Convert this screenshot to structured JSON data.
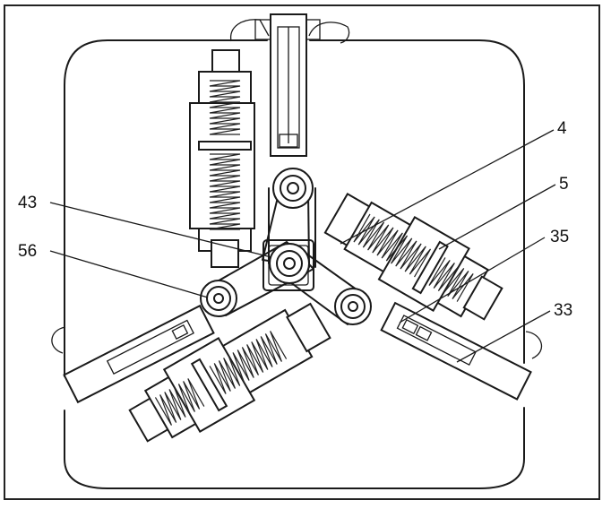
{
  "callouts": [
    {
      "id": "4",
      "label": "4"
    },
    {
      "id": "5",
      "label": "5"
    },
    {
      "id": "35",
      "label": "35"
    },
    {
      "id": "33",
      "label": "33"
    },
    {
      "id": "43",
      "label": "43"
    },
    {
      "id": "56",
      "label": "56"
    }
  ]
}
